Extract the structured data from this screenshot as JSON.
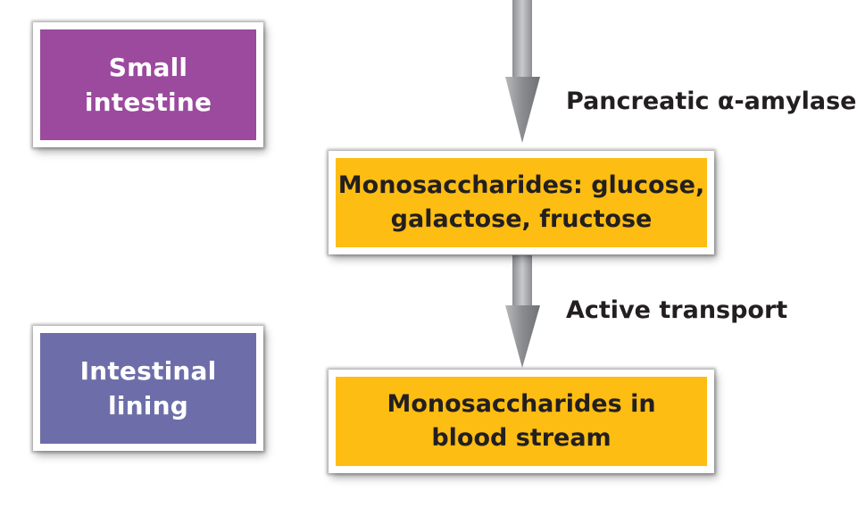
{
  "regions": {
    "small_intestine": "Small\nintestine",
    "intestinal_lining": "Intestinal\nlining"
  },
  "steps": {
    "monosaccharides": "Monosaccharides: glucose,\ngalactose, fructose",
    "blood_stream": "Monosaccharides in\nblood stream"
  },
  "enzymes": {
    "pancreatic_amylase": "Pancreatic α-amylase",
    "active_transport": "Active transport"
  },
  "colors": {
    "small_intestine": "#9b4a9e",
    "intestinal_lining": "#6d6ea9",
    "step_box": "#fdbd12",
    "arrow": "#a6a8ab"
  }
}
